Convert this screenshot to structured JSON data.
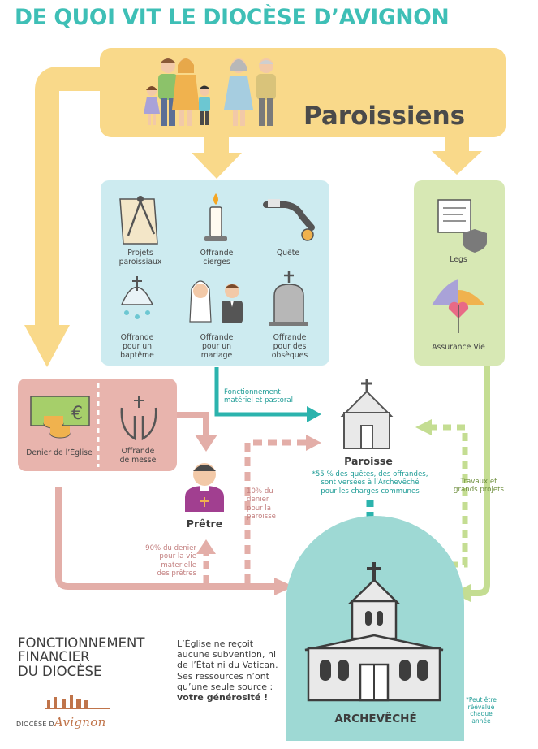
{
  "title": "DE QUOI VIT LE DIOCÈSE D’AVIGNON",
  "paroissiens": "Paroissiens",
  "gifts": {
    "projets": [
      "Projets",
      "paroissiaux"
    ],
    "cierges": [
      "Offrande",
      "cierges"
    ],
    "quete": [
      "Quête"
    ],
    "bapteme": [
      "Offrande",
      "pour un",
      "baptême"
    ],
    "mariage": [
      "Offrande",
      "pour un",
      "mariage"
    ],
    "obseques": [
      "Offrande",
      "pour des",
      "obsèques"
    ]
  },
  "green_box": {
    "legs": "Legs",
    "assurance_vie": "Assurance Vie"
  },
  "pink_box": {
    "denier": "Denier de l’Église",
    "messe": [
      "Offrande",
      "de messe"
    ]
  },
  "pretre": "Prêtre",
  "paroisse": "Paroisse",
  "flows": {
    "fonctionnement": [
      "Fonctionnement",
      "matériel et pastoral"
    ],
    "paroisse_note": [
      "*55 % des quêtes, des offrandes,",
      "sont versées à l’Archevêché",
      "pour les charges communes"
    ],
    "travaux": [
      "Travaux et",
      "grands projets"
    ],
    "denier_10": [
      "10% du",
      "denier",
      "pour la",
      "paroisse"
    ],
    "denier_90": [
      "90% du denier",
      "pour la vie",
      "materielle",
      "des prêtres"
    ]
  },
  "archeveche": "ARCHEVÊCHÉ",
  "fonctionnement_financier": [
    "FONCTIONNEMENT",
    "FINANCIER",
    "DU DIOCÈSE"
  ],
  "eglise_text": {
    "line1": "L’Église ne reçoit aucune subvention, ni de l’État ni du Vatican.",
    "line2": "Ses ressources n’ont qu’une seule source : ",
    "emphasis": "votre générosité !"
  },
  "reevalue_note": [
    "*Peut être",
    "réévalué",
    "chaque",
    "année"
  ],
  "logo": {
    "prefix": "DIOCÈSE D",
    "script": "Avignon"
  },
  "colors": {
    "title": "#3ebfb6",
    "yellow": "#f9d98a",
    "blue_box": "#cdebf0",
    "green_box": "#d7e8b4",
    "pink_box": "#e8b4ad",
    "teal": "#2bb3ad",
    "green_arrow": "#c4dd92",
    "pink_arrow": "#e3aea8",
    "archeveche_bg": "#9ed9d4"
  }
}
